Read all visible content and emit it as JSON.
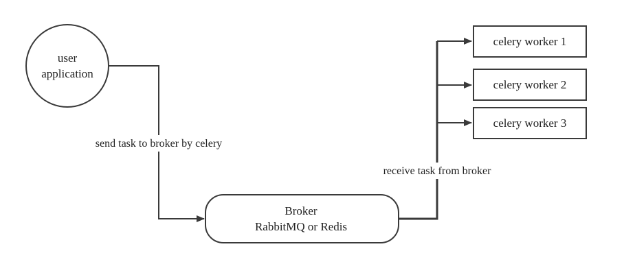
{
  "nodes": {
    "user_app": {
      "line1": "user",
      "line2": "application"
    },
    "broker": {
      "line1": "Broker",
      "line2": "RabbitMQ or Redis"
    },
    "workers": [
      {
        "label": "celery worker 1"
      },
      {
        "label": "celery worker 2"
      },
      {
        "label": "celery worker 3"
      }
    ]
  },
  "edges": {
    "send_label": "send task to broker by celery",
    "receive_label": "receive task from broker"
  },
  "colors": {
    "stroke": "#3a3a3a",
    "text": "#222222",
    "background": "#ffffff"
  }
}
